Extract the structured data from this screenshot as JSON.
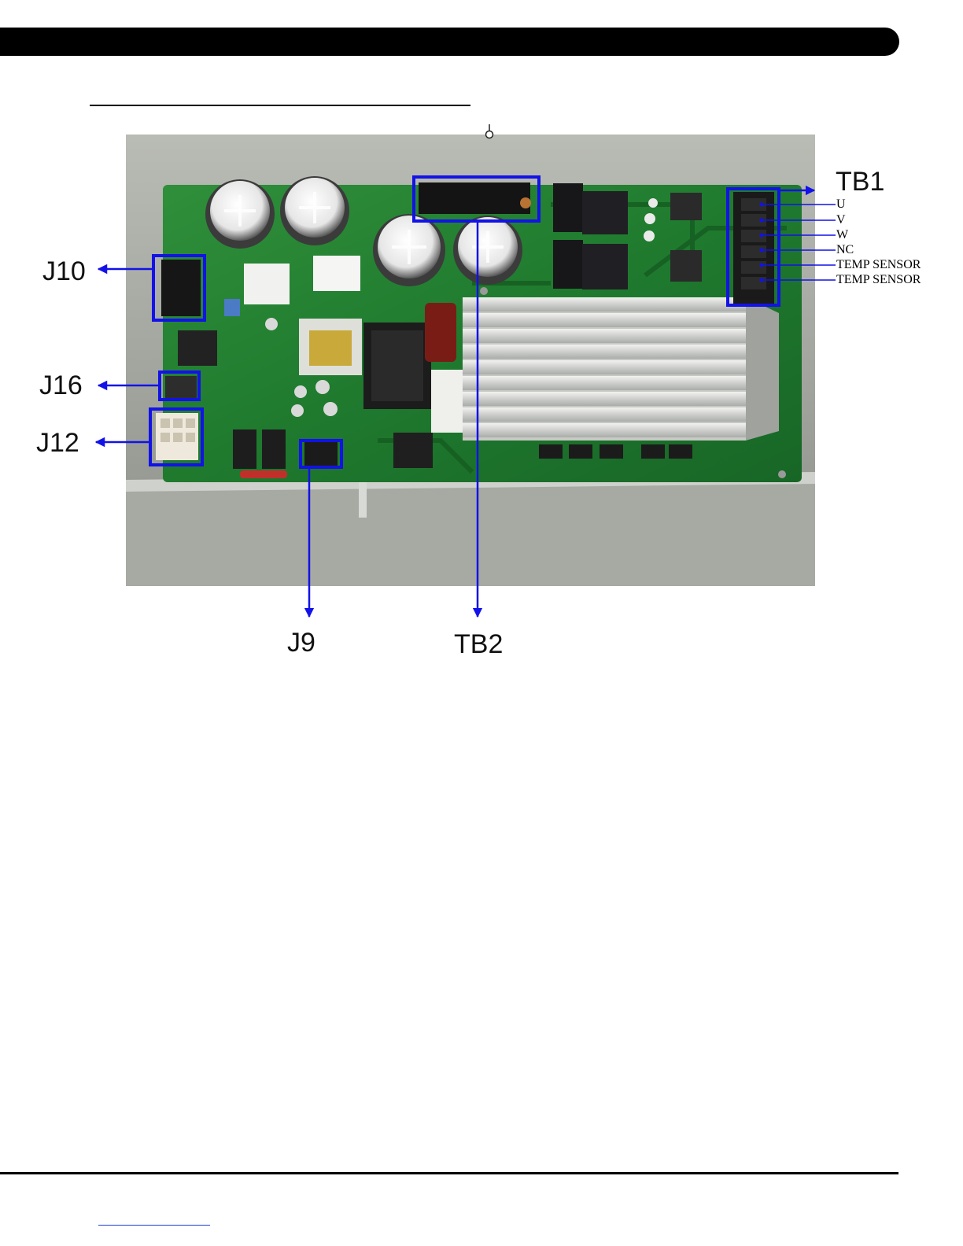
{
  "figure": {
    "callouts": {
      "tb1": "TB1",
      "tb2": "TB2",
      "j9": "J9",
      "j10": "J10",
      "j12": "J12",
      "j16": "J16"
    },
    "tb1_pins": [
      "U",
      "V",
      "W",
      "NC",
      "TEMP SENSOR",
      "TEMP SENSOR"
    ]
  },
  "colors": {
    "callout_blue": "#1212e8",
    "board_green": "#1f7a2e",
    "header_bar": "#000000"
  }
}
